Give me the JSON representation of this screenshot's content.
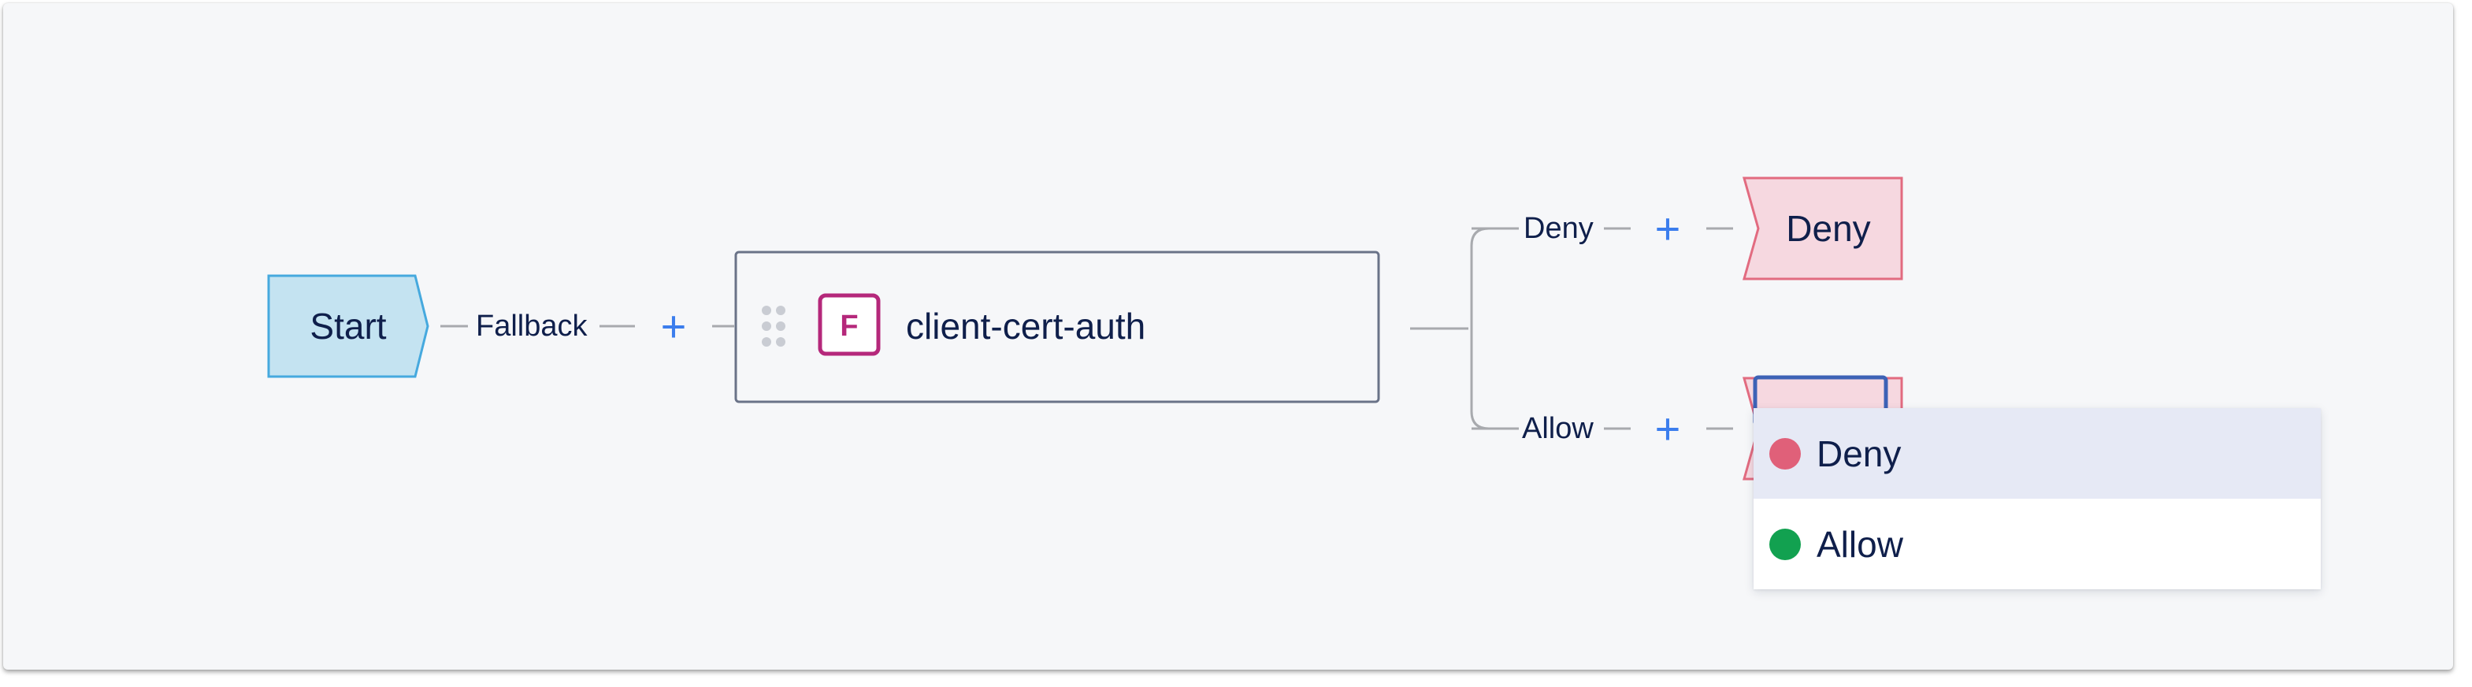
{
  "flow": {
    "start_label": "Start",
    "fallback_label": "Fallback",
    "plus_symbol": "+",
    "function_node": {
      "badge": "F",
      "name": "client-cert-auth"
    },
    "branches": [
      {
        "label": "Deny",
        "result": "Deny"
      },
      {
        "label": "Allow",
        "result": ""
      }
    ]
  },
  "dropdown": {
    "options": [
      {
        "label": "Deny",
        "color": "#e06079",
        "highlighted": true
      },
      {
        "label": "Allow",
        "color": "#12a150",
        "highlighted": false
      }
    ]
  },
  "colors": {
    "canvas_bg": "#f6f7f9",
    "start_fill": "#c4e3f1",
    "start_stroke": "#46a9de",
    "result_fill": "#f6d8e0",
    "result_stroke": "#e26b80",
    "function_badge": "#b5287b",
    "selected_outline": "#3d62b6",
    "plus": "#3b7ded",
    "connector": "#a8aaae"
  }
}
